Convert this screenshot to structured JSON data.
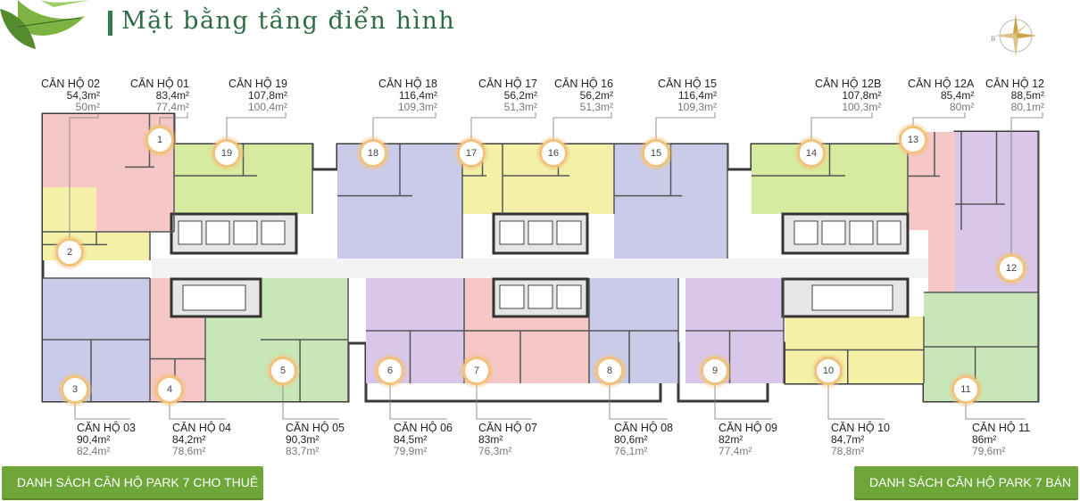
{
  "page": {
    "title": "Mặt bằng tầng điển hình",
    "compass_letter": "B"
  },
  "units_top": [
    {
      "name": "CĂN HỘ 02",
      "area1": "54,3m²",
      "area2": "50m²",
      "badge": "2",
      "color": "#f4f0a8"
    },
    {
      "name": "CĂN HỘ 01",
      "area1": "83,4m²",
      "area2": "77,4m²",
      "badge": "1",
      "color": "#f6c7c7"
    },
    {
      "name": "CĂN HỘ 19",
      "area1": "107,8m²",
      "area2": "100,4m²",
      "badge": "19",
      "color": "#d7eba0"
    },
    {
      "name": "CĂN HỘ 18",
      "area1": "116,4m²",
      "area2": "109,3m²",
      "badge": "18",
      "color": "#c9cbe8"
    },
    {
      "name": "CĂN HỘ 17",
      "area1": "56,2m²",
      "area2": "51,3m²",
      "badge": "17",
      "color": "#f4f0a8"
    },
    {
      "name": "CĂN HỘ 16",
      "area1": "56,2m²",
      "area2": "51,3m²",
      "badge": "16",
      "color": "#f4f0a8"
    },
    {
      "name": "CĂN HỘ 15",
      "area1": "116,4m²",
      "area2": "109,3m²",
      "badge": "15",
      "color": "#c9cbe8"
    },
    {
      "name": "CĂN HỘ 12B",
      "area1": "107,8m²",
      "area2": "100,3m²",
      "badge": "14",
      "color": "#d7eba0"
    },
    {
      "name": "CĂN HỘ 12A",
      "area1": "85,4m²",
      "area2": "80m²",
      "badge": "13",
      "color": "#f6c7c7"
    },
    {
      "name": "CĂN HỘ 12",
      "area1": "88,5m²",
      "area2": "80,1m²",
      "badge": "12",
      "color": "#d9c6e8"
    }
  ],
  "units_bottom": [
    {
      "name": "CĂN HỘ 03",
      "area1": "90,4m²",
      "area2": "82,4m²",
      "badge": "3",
      "color": "#c9cbe8"
    },
    {
      "name": "CĂN HỘ 04",
      "area1": "84,2m²",
      "area2": "78,6m²",
      "badge": "4",
      "color": "#f6c7c7"
    },
    {
      "name": "CĂN HỘ 05",
      "area1": "90,3m²",
      "area2": "83,7m²",
      "badge": "5",
      "color": "#c8e6b8"
    },
    {
      "name": "CĂN HỘ 06",
      "area1": "84,5m²",
      "area2": "79,9m²",
      "badge": "6",
      "color": "#d9c6e8"
    },
    {
      "name": "CĂN HỘ 07",
      "area1": "83m²",
      "area2": "76,3m²",
      "badge": "7",
      "color": "#f6c7c7"
    },
    {
      "name": "CĂN HỘ 08",
      "area1": "80,6m²",
      "area2": "76,1m²",
      "badge": "8",
      "color": "#c9cbe8"
    },
    {
      "name": "CĂN HỘ 09",
      "area1": "82m²",
      "area2": "77,4m²",
      "badge": "9",
      "color": "#d9c6e8"
    },
    {
      "name": "CĂN HỘ 10",
      "area1": "84,7m²",
      "area2": "78,8m²",
      "badge": "10",
      "color": "#f4f0a8"
    },
    {
      "name": "CĂN HỘ 11",
      "area1": "86m²",
      "area2": "79,6m²",
      "badge": "11",
      "color": "#c8e6b8"
    }
  ],
  "buttons": {
    "rent": "DANH SÁCH CĂN HỘ PARK 7 CHO THUÊ",
    "sale": "DANH SÁCH CĂN HỘ PARK 7 BÁN"
  },
  "colors": {
    "accent_green": "#6ea63a",
    "title_green": "#2e6b45",
    "badge_ring": "#f2c27d",
    "wall": "#3a3a3a",
    "core": "#d9d9d9"
  }
}
